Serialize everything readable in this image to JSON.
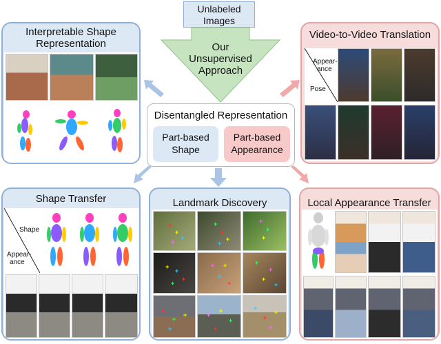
{
  "top": {
    "input_label_line1": "Unlabeled",
    "input_label_line2": "Images",
    "approach_line1": "Our",
    "approach_line2": "Unsupervised",
    "approach_line3": "Approach"
  },
  "center": {
    "title": "Disentangled Representation",
    "shape_line1": "Part-based",
    "shape_line2": "Shape",
    "appearance_line1": "Part-based",
    "appearance_line2": "Appearance"
  },
  "panels": {
    "interpretable": {
      "title_line1": "Interpretable Shape",
      "title_line2": "Representation"
    },
    "video": {
      "title": "Video-to-Video Translation",
      "appearance_label_line1": "Appear-",
      "appearance_label_line2": "ance",
      "pose_label": "Pose"
    },
    "shape_transfer": {
      "title": "Shape Transfer",
      "shape_label": "Shape",
      "appearance_label_line1": "Appear-",
      "appearance_label_line2": "ance"
    },
    "landmark": {
      "title": "Landmark Discovery"
    },
    "local_appearance": {
      "title": "Local Appearance Transfer"
    }
  },
  "colors": {
    "panel_blue": "#dde8f5",
    "panel_pink": "#f7dcdc",
    "arrow_blue": "#a9c4e4",
    "arrow_pink": "#f2a8a8",
    "approach_green": "#c7e4c0"
  }
}
